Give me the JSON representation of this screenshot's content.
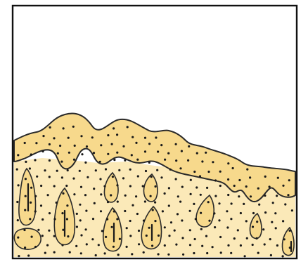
{
  "diagram": {
    "colors": {
      "frame": "#111111",
      "background": "#ffffff",
      "top_layer_fill": "#f7d98c",
      "lower_tissue_fill": "#fbe9b8",
      "outline": "#2a2a2a",
      "dots": "#1a1a1a"
    },
    "elements": [
      "frame",
      "upper-wavy-layer",
      "lower-dotted-tissue",
      "drop-shaped-inclusions"
    ]
  }
}
